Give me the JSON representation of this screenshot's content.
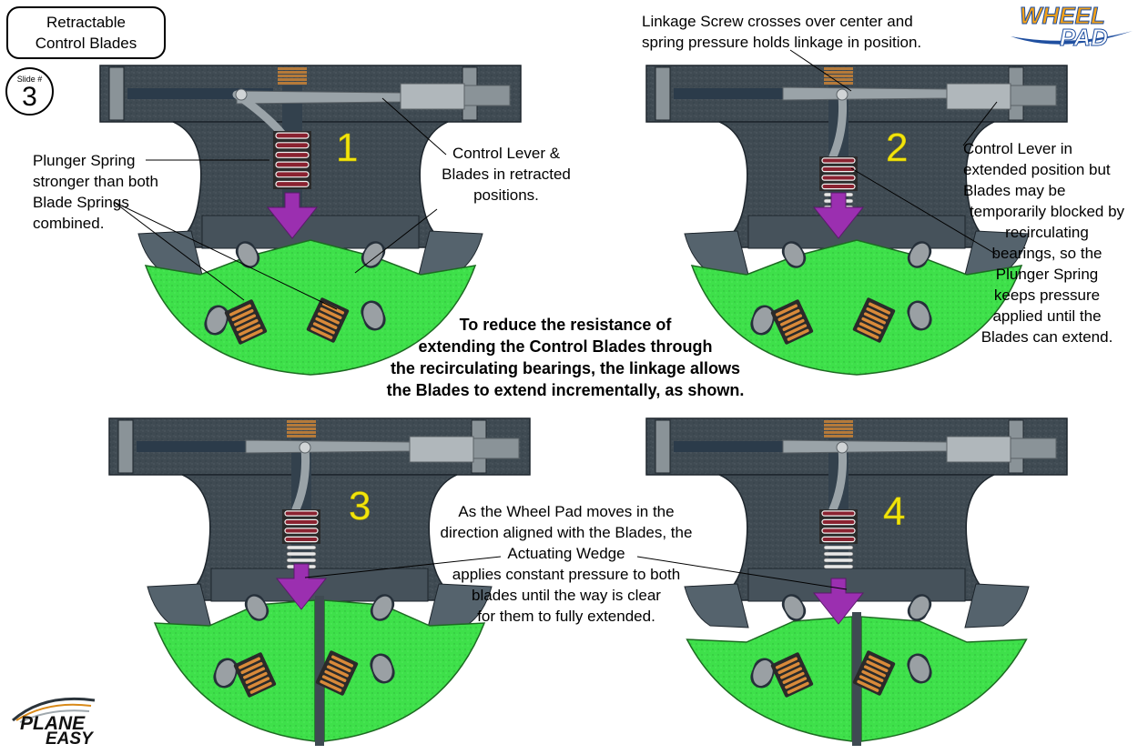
{
  "title": {
    "line1": "Retractable",
    "line2": "Control Blades"
  },
  "slide": {
    "label": "Slide #",
    "number": "3"
  },
  "logos": {
    "top_right": [
      "WHEEL",
      "PAD"
    ],
    "bottom_left": [
      "PLANE",
      "EASY"
    ]
  },
  "panel_numbers": [
    "1",
    "2",
    "3",
    "4"
  ],
  "annotations": {
    "plunger_spring": [
      "Plunger Spring",
      "stronger than both",
      "Blade Springs",
      "combined."
    ],
    "control_lever_retracted": [
      "Control Lever &",
      "Blades in retracted",
      "positions."
    ],
    "linkage_screw": [
      "Linkage Screw crosses over center and",
      "spring pressure holds linkage in position."
    ],
    "control_lever_extended": [
      "Control Lever in",
      "extended position but",
      "Blades may be",
      "temporarily blocked by",
      "recirculating",
      "bearings, so the",
      "Plunger Spring",
      "keeps pressure",
      "applied until the",
      "Blades can extend."
    ],
    "center_note": [
      "To reduce the resistance of",
      "extending the Control Blades through",
      "the recirculating bearings, the linkage allows",
      "the Blades to extend incrementally, as shown."
    ],
    "actuating_wedge": [
      "As the Wheel Pad moves in the",
      "direction aligned with the Blades, the",
      "Actuating Wedge",
      "applies constant pressure to both",
      "blades until the way is clear",
      "for them to fully extended."
    ]
  },
  "colors": {
    "body": "#3f4a52",
    "body_dark": "#2b343b",
    "blade_green": "#3ee04a",
    "wedge_purple": "#9b2fb0",
    "linkage_gray": "#9aa3a8",
    "spring_red": "#8a2230",
    "number_yellow": "#f2e40c",
    "logo_orange": "#f2a11a",
    "logo_blue": "#1f4fa0"
  }
}
